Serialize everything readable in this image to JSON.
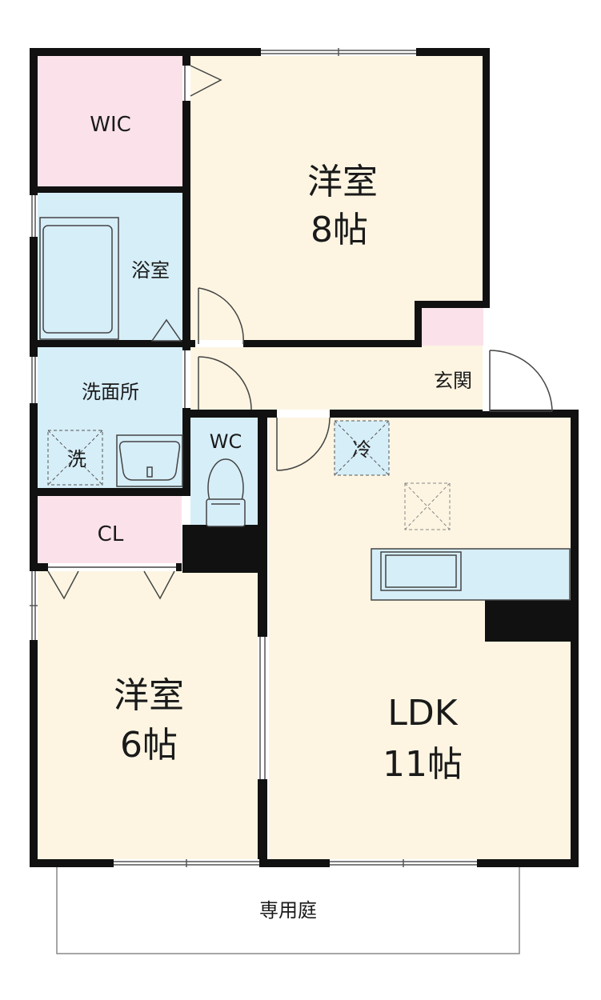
{
  "rooms": {
    "wic": "WIC",
    "bedroom_8": {
      "name": "洋室",
      "size": "8帖"
    },
    "bath": "浴室",
    "washroom": "洗面所",
    "washer": "洗",
    "toilet": "WC",
    "entrance": "玄関",
    "fridge": "冷",
    "closet": "CL",
    "bedroom_6": {
      "name": "洋室",
      "size": "6帖"
    },
    "ldk": {
      "name": "LDK",
      "size": "11帖"
    },
    "garden": "専用庭"
  },
  "colors": {
    "wall": "#111111",
    "western_room": "#fdf5e2",
    "storage": "#fbe2ea",
    "water_area": "#d6eef8",
    "garden_outline": "#888888"
  }
}
